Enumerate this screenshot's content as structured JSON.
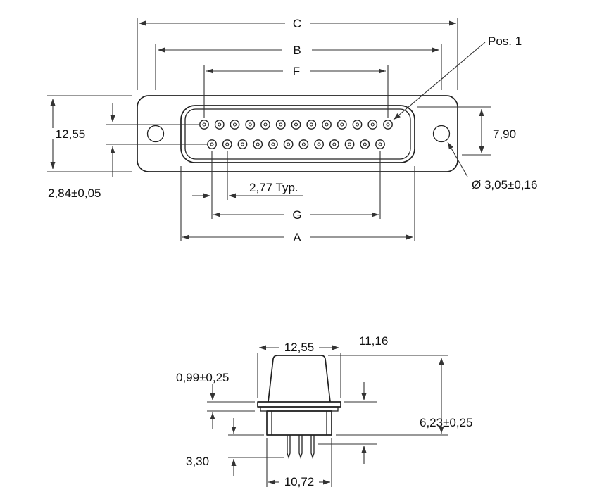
{
  "diagram": {
    "front_view": {
      "dims": {
        "c": "C",
        "b": "B",
        "f": "F",
        "g": "G",
        "a": "A",
        "flange_height": "12,55",
        "shell_height": "7,90",
        "row_offset": "2,84±0,05",
        "pin_pitch": "2,77 Typ.",
        "hole_diameter": "Ø 3,05±0,16",
        "pos1_label": "Pos. 1"
      },
      "pins": {
        "top_row": 13,
        "bottom_row": 12
      }
    },
    "side_view": {
      "dims": {
        "top_width": "12,55",
        "overall_height": "11,16",
        "flange_thickness": "0,99±0,25",
        "lower_height": "6,23±0,25",
        "pin_length": "3,30",
        "bottom_width": "10,72"
      }
    },
    "line_color": "#222222",
    "background": "#ffffff"
  }
}
